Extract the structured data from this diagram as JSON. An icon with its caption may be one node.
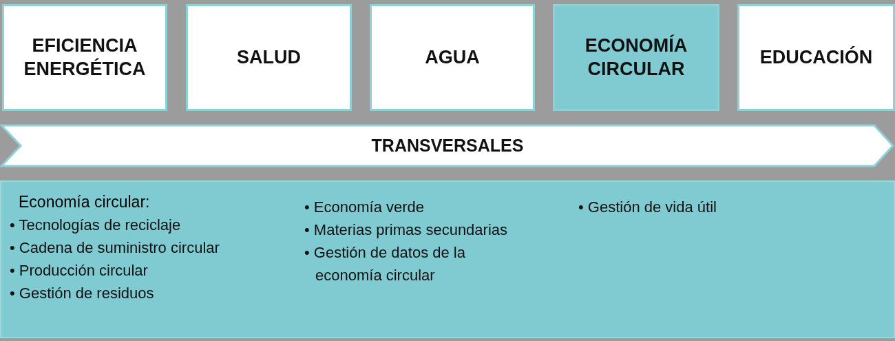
{
  "diagram": {
    "nodes": [
      {
        "text": [
          "EFICIENCIA ENERGÉTICA"
        ]
      },
      {
        "text": [
          "SALUD"
        ]
      },
      {
        "text": [
          "AGUA"
        ]
      },
      {
        "text": [
          "ECONOMÍA CIRCULAR"
        ]
      },
      {
        "text": [
          "EDUCACIÓN"
        ]
      },
      {
        "text": [
          "TRANSVERSALES"
        ]
      },
      {
        "text": [
          "Economía circular:",
          "• Tecnologías de reciclaje",
          "• Cadena de suministro circular",
          "• Producción circular",
          "• Gestión de residuos",
          "• Economía verde",
          "• Materias primas secundarias",
          "• Gestión de datos de la economía circular",
          "• Gestión de vida útil"
        ]
      }
    ]
  }
}
